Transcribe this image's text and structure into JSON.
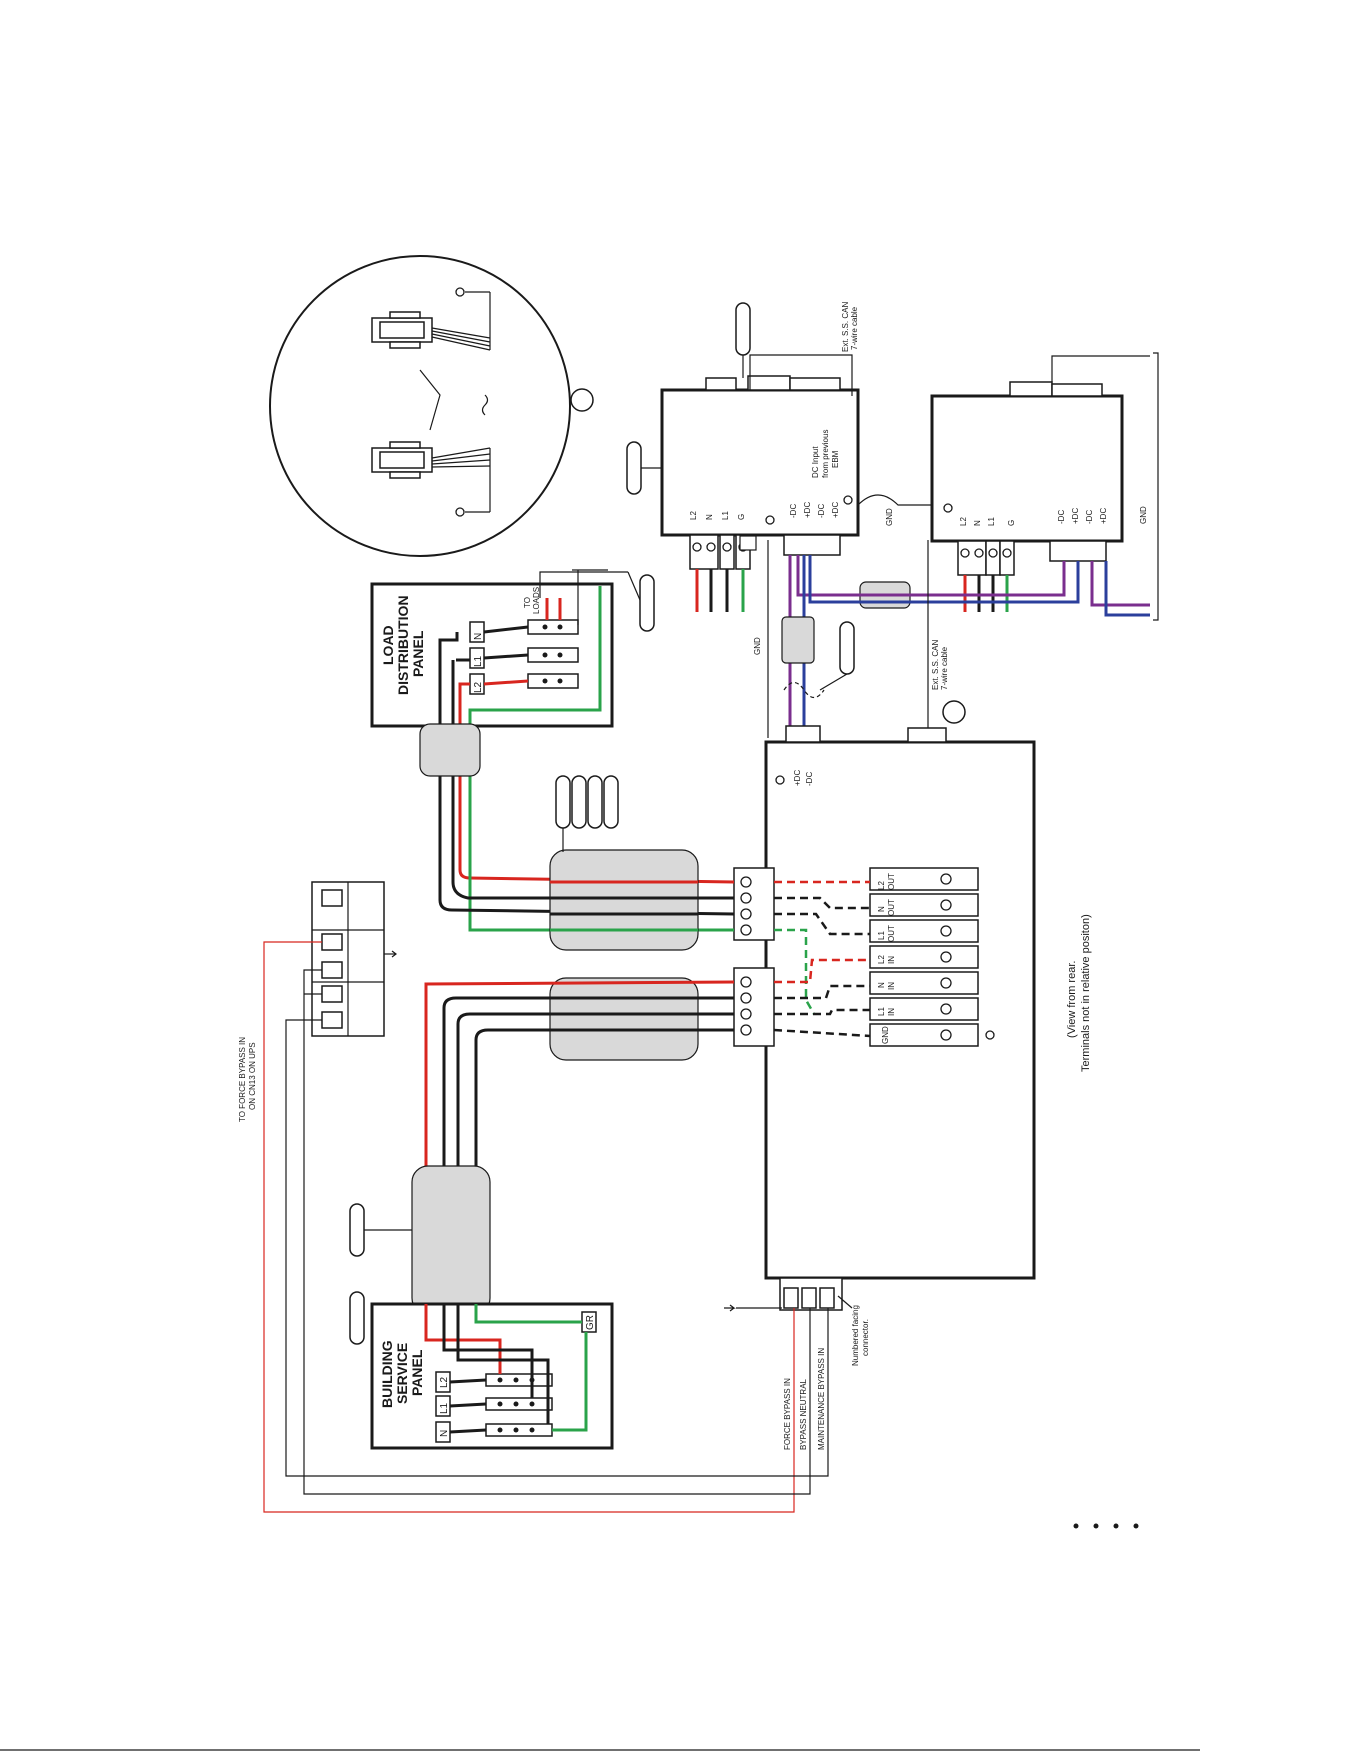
{
  "labels": {
    "load_panel": [
      "LOAD",
      "DISTRIBUTION",
      "PANEL"
    ],
    "to_loads": [
      "TO",
      "LOADS"
    ],
    "building_panel": [
      "BUILDING",
      "SERVICE",
      "PANEL"
    ],
    "gr": "GR",
    "breaker_N": "N",
    "breaker_L1": "L1",
    "breaker_L2": "L2",
    "force_bypass_cn13": [
      "TO FORCE BYPASS IN",
      "ON CN13 ON UPS"
    ],
    "numbered_facing": [
      "Numbered facing",
      "connector."
    ],
    "bypass_signals": [
      "FORCE BYPASS IN",
      "BYPASS NEUTRAL",
      "MAINTENANCE BYPASS IN"
    ],
    "view_from_rear": [
      "(View from rear.",
      "Terminals not in relative positon)"
    ],
    "ups_terminals": [
      [
        "L2",
        "OUT"
      ],
      [
        "N",
        "OUT"
      ],
      [
        "L1",
        "OUT"
      ],
      [
        "L2",
        "IN"
      ],
      [
        "N",
        "IN"
      ],
      [
        "L1",
        "IN"
      ],
      [
        "GND",
        ""
      ]
    ],
    "ups_dc": [
      "+DC",
      "-DC"
    ],
    "ebm_terms": [
      "L2",
      "N",
      "L1",
      "G"
    ],
    "ebm_dc": [
      "-DC",
      "+DC",
      "-DC",
      "+DC"
    ],
    "dc_input": [
      "DC Input",
      "from previous",
      "EBM"
    ],
    "can_cable": [
      "Ext. S.S. CAN",
      "7-wire cable"
    ],
    "gnd": "GND"
  },
  "colors": {
    "hot_red": "#d8261f",
    "neutral_black": "#1a1a1a",
    "ground_green": "#2aa34a",
    "dc_blue": "#2b3f9c",
    "dc_violet": "#7a2e8e",
    "conduit_gray": "#d9d9d9"
  }
}
